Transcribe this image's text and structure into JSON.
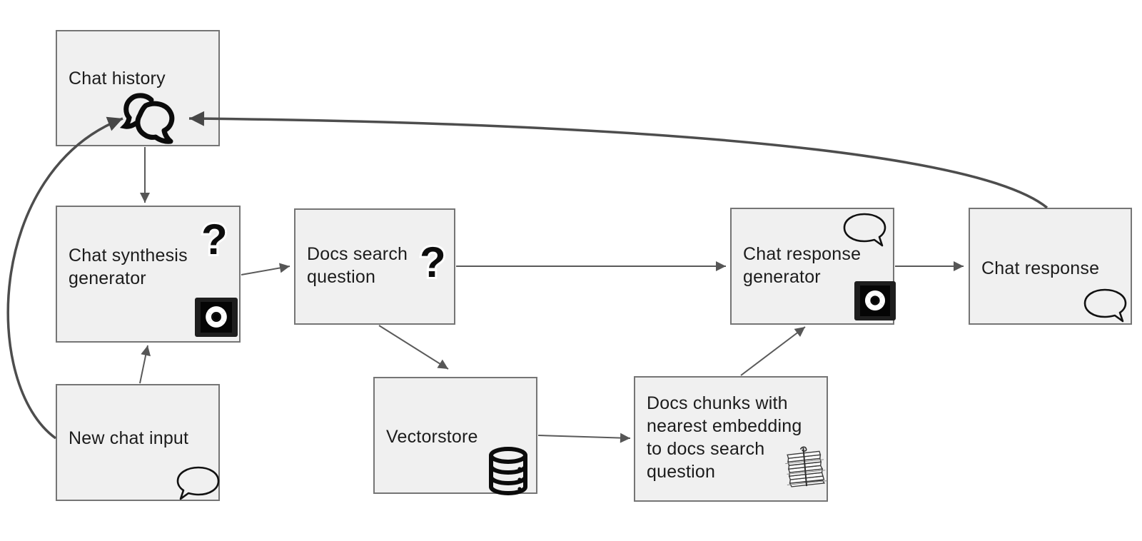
{
  "diagram": {
    "type": "flowchart",
    "palette": {
      "background": "#ffffff",
      "node_fill": "#f0f0f0",
      "node_border": "#757575",
      "arrow": "#5a5a5a",
      "loop_arrow": "#4d4d4d",
      "text": "#1c1c1c",
      "openai_badge_bg": "#0a0a0a",
      "openai_badge_fg": "#ffffff"
    },
    "nodes": [
      {
        "id": "chat-history",
        "label": "Chat history",
        "icons": [
          "chat-bubbles-icon"
        ]
      },
      {
        "id": "chat-synthesis-generator",
        "label": "Chat synthesis\ngenerator",
        "icons": [
          "question-mark-icon",
          "openai-logo-icon"
        ]
      },
      {
        "id": "docs-search-question",
        "label": "Docs search\nquestion",
        "icons": [
          "question-mark-icon"
        ]
      },
      {
        "id": "chat-response-generator",
        "label": "Chat response\ngenerator",
        "icons": [
          "speech-bubble-icon",
          "openai-logo-icon"
        ]
      },
      {
        "id": "chat-response",
        "label": "Chat response",
        "icons": [
          "speech-bubble-icon"
        ]
      },
      {
        "id": "new-chat-input",
        "label": "New chat input",
        "icons": [
          "speech-bubble-icon"
        ]
      },
      {
        "id": "vectorstore",
        "label": "Vectorstore",
        "icons": [
          "database-icon"
        ]
      },
      {
        "id": "docs-chunks",
        "label": "Docs chunks with\nnearest embedding\nto docs search\nquestion",
        "icons": [
          "paper-stack-icon"
        ]
      }
    ],
    "question_mark_glyph": "?",
    "edges": [
      {
        "from": "chat-history",
        "to": "chat-synthesis-generator",
        "style": "straight"
      },
      {
        "from": "new-chat-input",
        "to": "chat-synthesis-generator",
        "style": "straight"
      },
      {
        "from": "chat-synthesis-generator",
        "to": "docs-search-question",
        "style": "straight"
      },
      {
        "from": "docs-search-question",
        "to": "chat-response-generator",
        "style": "straight"
      },
      {
        "from": "chat-response-generator",
        "to": "chat-response",
        "style": "straight"
      },
      {
        "from": "docs-search-question",
        "to": "vectorstore",
        "style": "straight"
      },
      {
        "from": "vectorstore",
        "to": "docs-chunks",
        "style": "straight"
      },
      {
        "from": "docs-chunks",
        "to": "chat-response-generator",
        "style": "straight"
      },
      {
        "from": "chat-response",
        "to": "chat-history",
        "style": "curved-loop"
      },
      {
        "from": "new-chat-input",
        "to": "chat-history",
        "style": "curved-loop"
      }
    ]
  }
}
